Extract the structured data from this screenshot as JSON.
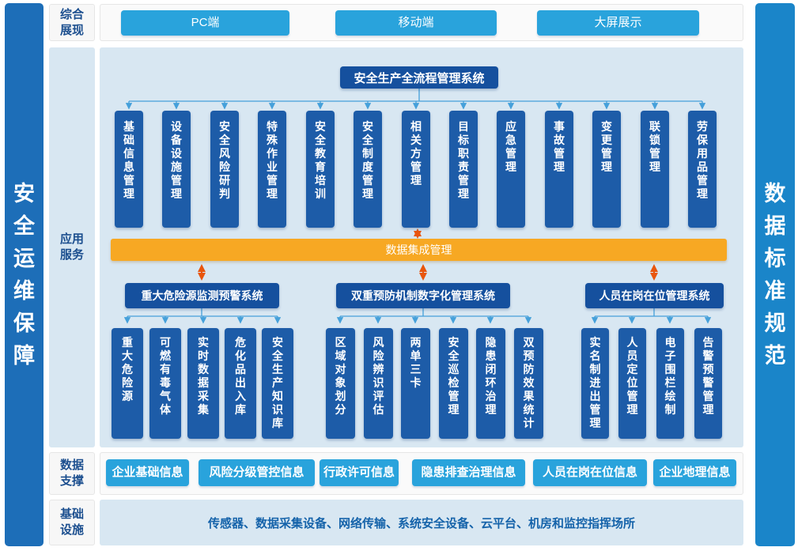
{
  "colors": {
    "accent_button_blue": "#29a3dc",
    "module_box_blue": "#1d5ca8",
    "title_box_blue": "#15509e",
    "integration_orange": "#f7a823",
    "orange_arrow": "#e8550d",
    "connector_blue": "#45a0da",
    "panel_bg_light_blue": "#d8e7f2",
    "pillar_left_blue": "#1d6eb8",
    "pillar_right_blue": "#1a85c9",
    "label_text_blue": "#1c4f8f"
  },
  "sidebar_left": {
    "text": "安全运维保障"
  },
  "sidebar_right": {
    "text": "数据标准规范"
  },
  "display_row": {
    "label": "综合展现",
    "buttons": [
      "PC端",
      "移动端",
      "大屏展示"
    ]
  },
  "app_row": {
    "label": "应用服务",
    "title": "安全生产全流程管理系统",
    "integration_bar": "数据集成管理",
    "modules": [
      "基础信息管理",
      "设备设施管理",
      "安全风险研判",
      "特殊作业管理",
      "安全教育培训",
      "安全制度管理",
      "相关方管理",
      "目标职责管理",
      "应急管理",
      "事故管理",
      "变更管理",
      "联锁管理",
      "劳保用品管理"
    ],
    "subsystems": [
      {
        "title": "重大危险源监测预警系统",
        "children": [
          "重大危险源",
          "可燃有毒气体",
          "实时数据采集",
          "危化品出入库",
          "安全生产知识库"
        ]
      },
      {
        "title": "双重预防机制数字化管理系统",
        "children": [
          "区域对象划分",
          "风险辨识评估",
          "两单三卡",
          "安全巡检管理",
          "隐患闭环治理",
          "双预防效果统计"
        ]
      },
      {
        "title": "人员在岗在位管理系统",
        "children": [
          "实名制进出管理",
          "人员定位管理",
          "电子围栏绘制",
          "告警预警管理"
        ]
      }
    ]
  },
  "data_row": {
    "label": "数据支撑",
    "buttons": [
      "企业基础信息",
      "风险分级管控信息",
      "行政许可信息",
      "隐患排查治理信息",
      "人员在岗在位信息",
      "企业地理信息"
    ]
  },
  "infra_row": {
    "label": "基础设施",
    "content": "传感器、数据采集设备、网络传输、系统安全设备、云平台、机房和监控指挥场所"
  }
}
